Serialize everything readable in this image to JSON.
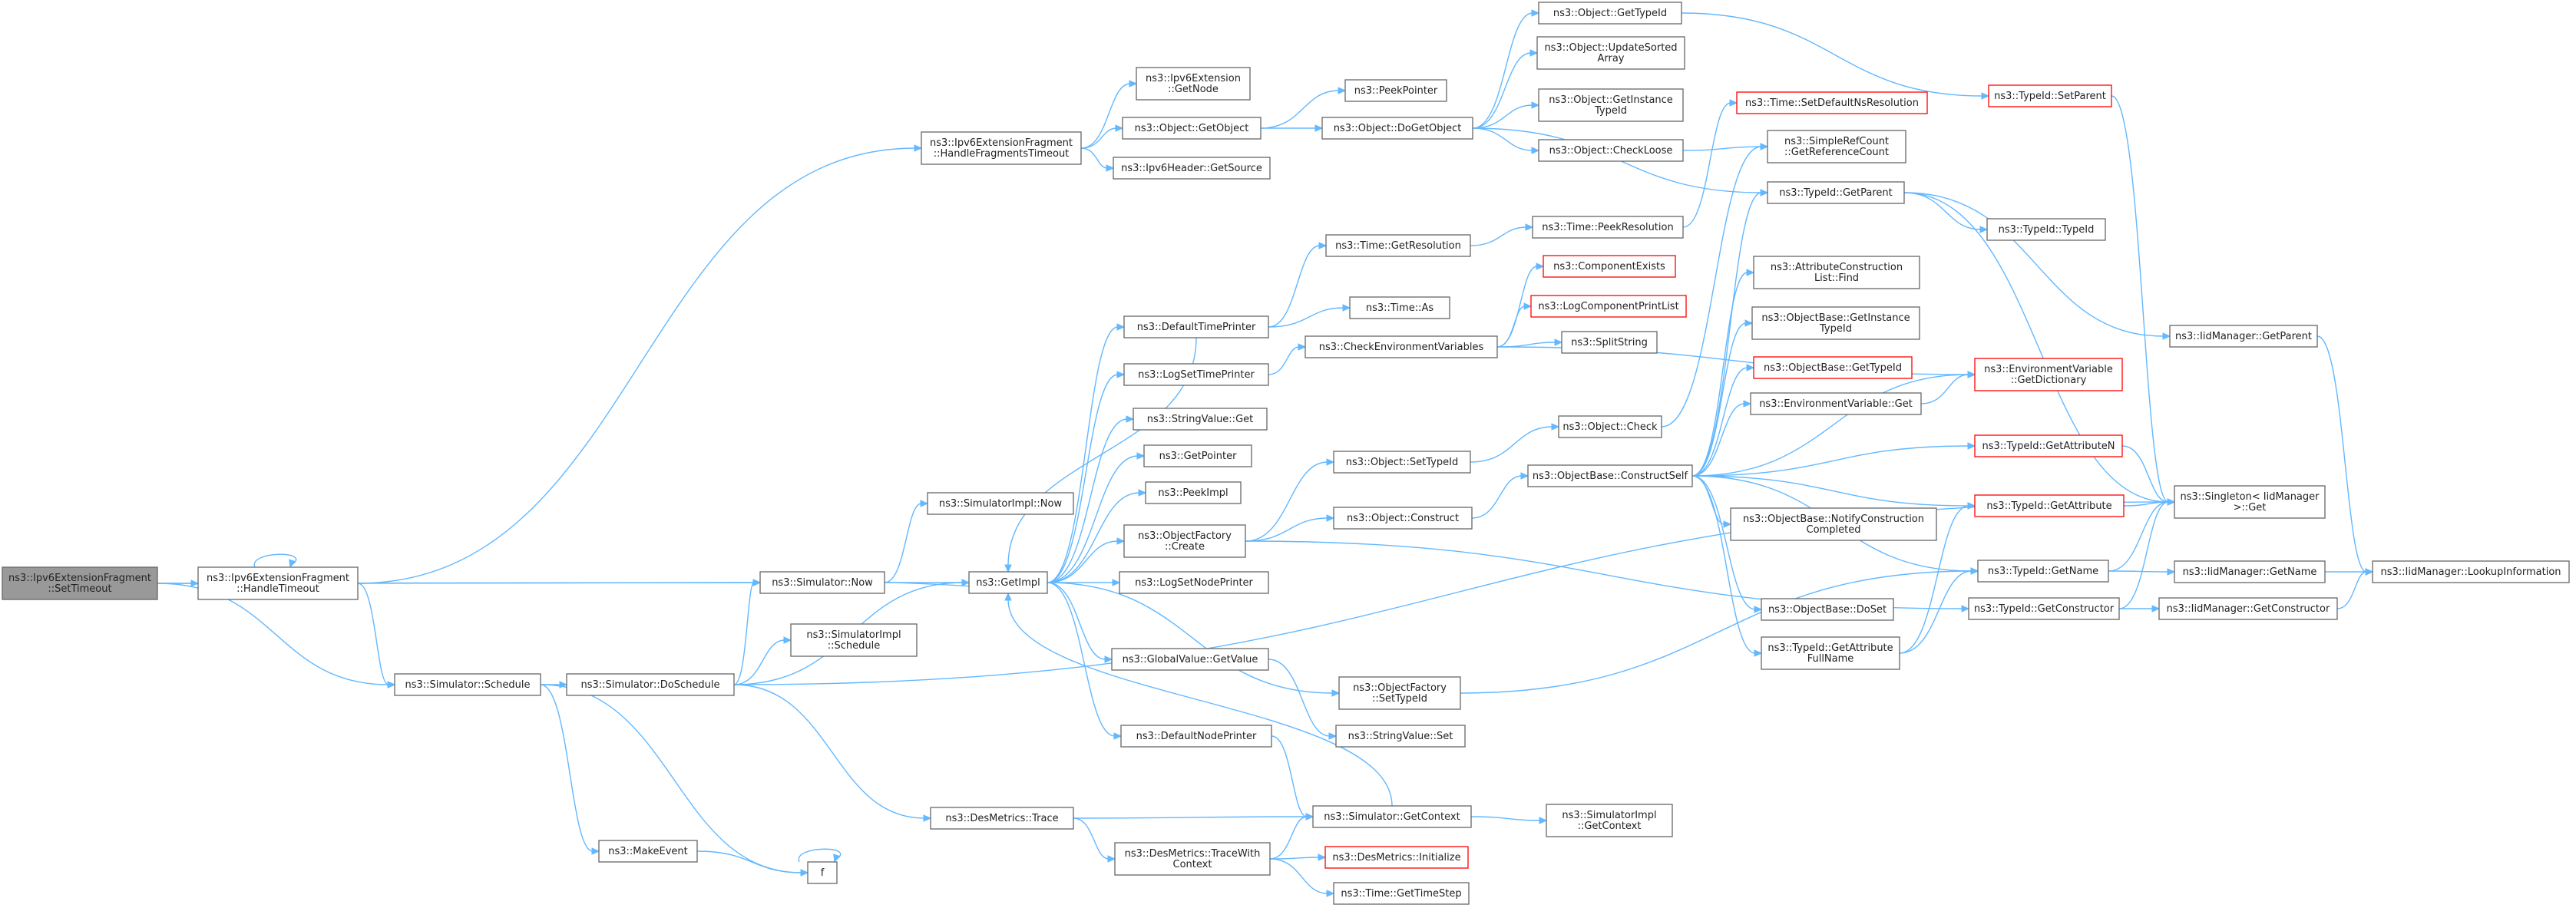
{
  "colors": {
    "edge": "#63b8ff",
    "border": "#666666",
    "alert_border": "#ff0000",
    "root_fill": "#999999"
  },
  "nodes": [
    {
      "id": "n_settimeout",
      "lines": [
        "ns3::Ipv6ExtensionFragment",
        "::SetTimeout"
      ],
      "root": true,
      "interactable": false
    },
    {
      "id": "n_handletimeout",
      "lines": [
        "ns3::Ipv6ExtensionFragment",
        "::HandleTimeout"
      ]
    },
    {
      "id": "n_schedule",
      "lines": [
        "ns3::Simulator::Schedule"
      ]
    },
    {
      "id": "n_handlefrag",
      "lines": [
        "ns3::Ipv6ExtensionFragment",
        "::HandleFragmentsTimeout"
      ]
    },
    {
      "id": "n_now",
      "lines": [
        "ns3::Simulator::Now"
      ]
    },
    {
      "id": "n_doschedule",
      "lines": [
        "ns3::Simulator::DoSchedule"
      ]
    },
    {
      "id": "n_makeevent",
      "lines": [
        "ns3::MakeEvent"
      ]
    },
    {
      "id": "n_f",
      "lines": [
        "f"
      ]
    },
    {
      "id": "n_getnode",
      "lines": [
        "ns3::Ipv6Extension",
        "::GetNode"
      ]
    },
    {
      "id": "n_getobject",
      "lines": [
        "ns3::Object::GetObject"
      ]
    },
    {
      "id": "n_getsource",
      "lines": [
        "ns3::Ipv6Header::GetSource"
      ]
    },
    {
      "id": "n_simimplnow",
      "lines": [
        "ns3::SimulatorImpl::Now"
      ]
    },
    {
      "id": "n_getimpl",
      "lines": [
        "ns3::GetImpl"
      ]
    },
    {
      "id": "n_simimplschedule",
      "lines": [
        "ns3::SimulatorImpl",
        "::Schedule"
      ]
    },
    {
      "id": "n_destrace",
      "lines": [
        "ns3::DesMetrics::Trace"
      ]
    },
    {
      "id": "n_peekpointer",
      "lines": [
        "ns3::PeekPointer"
      ]
    },
    {
      "id": "n_dogetobject",
      "lines": [
        "ns3::Object::DoGetObject"
      ]
    },
    {
      "id": "n_deftimeprinter",
      "lines": [
        "ns3::DefaultTimePrinter"
      ]
    },
    {
      "id": "n_logsettimeprinter",
      "lines": [
        "ns3::LogSetTimePrinter"
      ]
    },
    {
      "id": "n_stringget",
      "lines": [
        "ns3::StringValue::Get"
      ]
    },
    {
      "id": "n_getpointer",
      "lines": [
        "ns3::GetPointer"
      ]
    },
    {
      "id": "n_peekimpl",
      "lines": [
        "ns3::PeekImpl"
      ]
    },
    {
      "id": "n_ofcreate",
      "lines": [
        "ns3::ObjectFactory",
        "::Create"
      ]
    },
    {
      "id": "n_logsetnodeprinter",
      "lines": [
        "ns3::LogSetNodePrinter"
      ]
    },
    {
      "id": "n_gvgetvalue",
      "lines": [
        "ns3::GlobalValue::GetValue"
      ]
    },
    {
      "id": "n_defnodeprinter",
      "lines": [
        "ns3::DefaultNodePrinter"
      ]
    },
    {
      "id": "n_tracewithcontext",
      "lines": [
        "ns3::DesMetrics::TraceWith",
        "Context"
      ]
    },
    {
      "id": "n_gettypeid1",
      "lines": [
        "ns3::Object::GetTypeId"
      ]
    },
    {
      "id": "n_updatesorted",
      "lines": [
        "ns3::Object::UpdateSorted",
        "Array"
      ]
    },
    {
      "id": "n_getinstancetypeid1",
      "lines": [
        "ns3::Object::GetInstance",
        "TypeId"
      ]
    },
    {
      "id": "n_checkloose",
      "lines": [
        "ns3::Object::CheckLoose"
      ]
    },
    {
      "id": "n_timegetres",
      "lines": [
        "ns3::Time::GetResolution"
      ]
    },
    {
      "id": "n_timeas",
      "lines": [
        "ns3::Time::As"
      ]
    },
    {
      "id": "n_checkenv",
      "lines": [
        "ns3::CheckEnvironmentVariables"
      ]
    },
    {
      "id": "n_objsettypeid",
      "lines": [
        "ns3::Object::SetTypeId"
      ]
    },
    {
      "id": "n_objconstruct",
      "lines": [
        "ns3::Object::Construct"
      ]
    },
    {
      "id": "n_ofsettypeid",
      "lines": [
        "ns3::ObjectFactory",
        "::SetTypeId"
      ]
    },
    {
      "id": "n_stringset",
      "lines": [
        "ns3::StringValue::Set"
      ]
    },
    {
      "id": "n_getcontext",
      "lines": [
        "ns3::Simulator::GetContext"
      ]
    },
    {
      "id": "n_desinit",
      "lines": [
        "ns3::DesMetrics::Initialize"
      ],
      "red": true
    },
    {
      "id": "n_gettimestep",
      "lines": [
        "ns3::Time::GetTimeStep"
      ]
    },
    {
      "id": "n_setdefaultres",
      "lines": [
        "ns3::Time::SetDefaultNsResolution"
      ],
      "red": true
    },
    {
      "id": "n_peekres",
      "lines": [
        "ns3::Time::PeekResolution"
      ]
    },
    {
      "id": "n_compexists",
      "lines": [
        "ns3::ComponentExists"
      ],
      "red": true
    },
    {
      "id": "n_logcompprint",
      "lines": [
        "ns3::LogComponentPrintList"
      ],
      "red": true
    },
    {
      "id": "n_splitstring",
      "lines": [
        "ns3::SplitString"
      ]
    },
    {
      "id": "n_objcheck",
      "lines": [
        "ns3::Object::Check"
      ]
    },
    {
      "id": "n_constructself",
      "lines": [
        "ns3::ObjectBase::ConstructSelf"
      ]
    },
    {
      "id": "n_simimplgetcontext",
      "lines": [
        "ns3::SimulatorImpl",
        "::GetContext"
      ]
    },
    {
      "id": "n_simplerefcount",
      "lines": [
        "ns3::SimpleRefCount",
        "::GetReferenceCount"
      ]
    },
    {
      "id": "n_tid_getparent",
      "lines": [
        "ns3::TypeId::GetParent"
      ]
    },
    {
      "id": "n_attrfind",
      "lines": [
        "ns3::AttributeConstruction",
        "List::Find"
      ]
    },
    {
      "id": "n_obgetinstance",
      "lines": [
        "ns3::ObjectBase::GetInstance",
        "TypeId"
      ]
    },
    {
      "id": "n_obgettypeid",
      "lines": [
        "ns3::ObjectBase::GetTypeId"
      ],
      "red": true
    },
    {
      "id": "n_envget",
      "lines": [
        "ns3::EnvironmentVariable::Get"
      ]
    },
    {
      "id": "n_notifycons",
      "lines": [
        "ns3::ObjectBase::NotifyConstruction",
        "Completed"
      ]
    },
    {
      "id": "n_doset",
      "lines": [
        "ns3::ObjectBase::DoSet"
      ]
    },
    {
      "id": "n_getattrfull",
      "lines": [
        "ns3::TypeId::GetAttribute",
        "FullName"
      ]
    },
    {
      "id": "n_setparent",
      "lines": [
        "ns3::TypeId::SetParent"
      ],
      "red": true
    },
    {
      "id": "n_typeidctor",
      "lines": [
        "ns3::TypeId::TypeId"
      ]
    },
    {
      "id": "n_envdict",
      "lines": [
        "ns3::EnvironmentVariable",
        "::GetDictionary"
      ],
      "red": true
    },
    {
      "id": "n_getattrn",
      "lines": [
        "ns3::TypeId::GetAttributeN"
      ],
      "red": true
    },
    {
      "id": "n_getattr",
      "lines": [
        "ns3::TypeId::GetAttribute"
      ],
      "red": true
    },
    {
      "id": "n_tidgetname",
      "lines": [
        "ns3::TypeId::GetName"
      ]
    },
    {
      "id": "n_tidgetctor",
      "lines": [
        "ns3::TypeId::GetConstructor"
      ]
    },
    {
      "id": "n_iidgetparent",
      "lines": [
        "ns3::IidManager::GetParent"
      ]
    },
    {
      "id": "n_singleton",
      "lines": [
        "ns3::Singleton< IidManager",
        " >::Get"
      ]
    },
    {
      "id": "n_iidgetname",
      "lines": [
        "ns3::IidManager::GetName"
      ]
    },
    {
      "id": "n_iidgetctor",
      "lines": [
        "ns3::IidManager::GetConstructor"
      ]
    },
    {
      "id": "n_lookupinfo",
      "lines": [
        "ns3::IidManager::LookupInformation"
      ]
    }
  ]
}
